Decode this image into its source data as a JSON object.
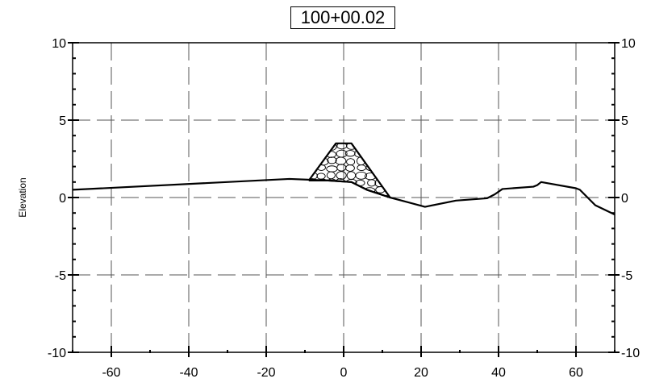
{
  "chart_data": {
    "type": "line",
    "title": "100+00.02",
    "xlabel": "",
    "ylabel": "Elevation",
    "xlim": [
      -70,
      70
    ],
    "ylim": [
      -10,
      10
    ],
    "x_ticks": [
      -60,
      -40,
      -20,
      0,
      20,
      40,
      60
    ],
    "y_ticks": [
      -10,
      -5,
      0,
      5,
      10
    ],
    "grid": true,
    "series": [
      {
        "values": [
          [
            -70,
            0.5
          ],
          [
            -14,
            1.2
          ],
          [
            -4,
            1.1
          ],
          [
            2,
            1.0
          ],
          [
            6,
            0.5
          ],
          [
            12,
            0.0
          ],
          [
            21,
            -0.6
          ],
          [
            29,
            -0.2
          ],
          [
            37,
            -0.05
          ],
          [
            39,
            0.2
          ],
          [
            41,
            0.55
          ],
          [
            49,
            0.7
          ],
          [
            50,
            0.8
          ],
          [
            51,
            1.0
          ],
          [
            60,
            0.6
          ],
          [
            61,
            0.5
          ],
          [
            65,
            -0.5
          ],
          [
            70,
            -1.1
          ]
        ]
      },
      {
        "values": [
          [
            -9,
            1.1
          ],
          [
            -2,
            3.5
          ],
          [
            2,
            3.5
          ],
          [
            12,
            0.0
          ],
          [
            6,
            0.5
          ],
          [
            2,
            1.0
          ],
          [
            -4,
            1.1
          ],
          [
            -9,
            1.1
          ]
        ]
      }
    ]
  }
}
